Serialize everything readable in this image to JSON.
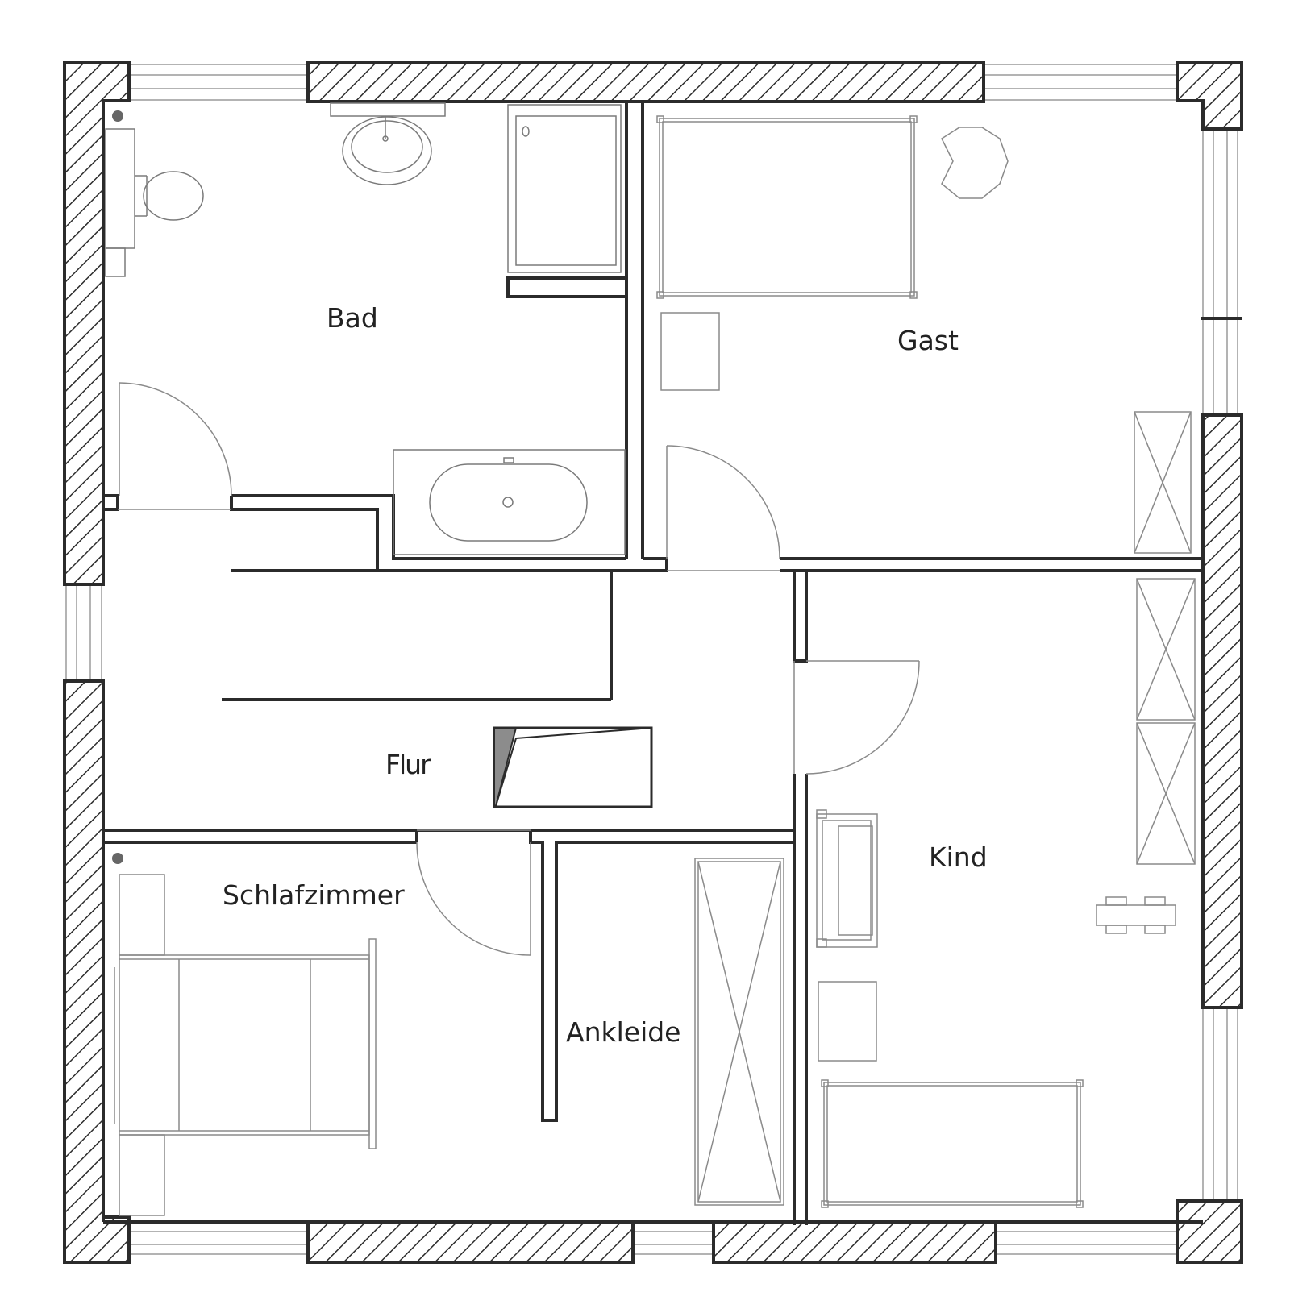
{
  "plan": {
    "rooms": [
      {
        "id": "bad",
        "label": "Bad"
      },
      {
        "id": "gast",
        "label": "Gast"
      },
      {
        "id": "flur",
        "label": "Flur"
      },
      {
        "id": "schlafzimmer",
        "label": "Schlafzimmer"
      },
      {
        "id": "ankleide",
        "label": "Ankleide"
      },
      {
        "id": "kind",
        "label": "Kind"
      }
    ]
  },
  "colors": {
    "wall": "#2b2b2b",
    "furniture": "#8a8a8a",
    "window": "#9a9a9a",
    "background": "#ffffff",
    "hatch": "#2b2b2b",
    "chimney_fill": "#8c8c8c"
  }
}
